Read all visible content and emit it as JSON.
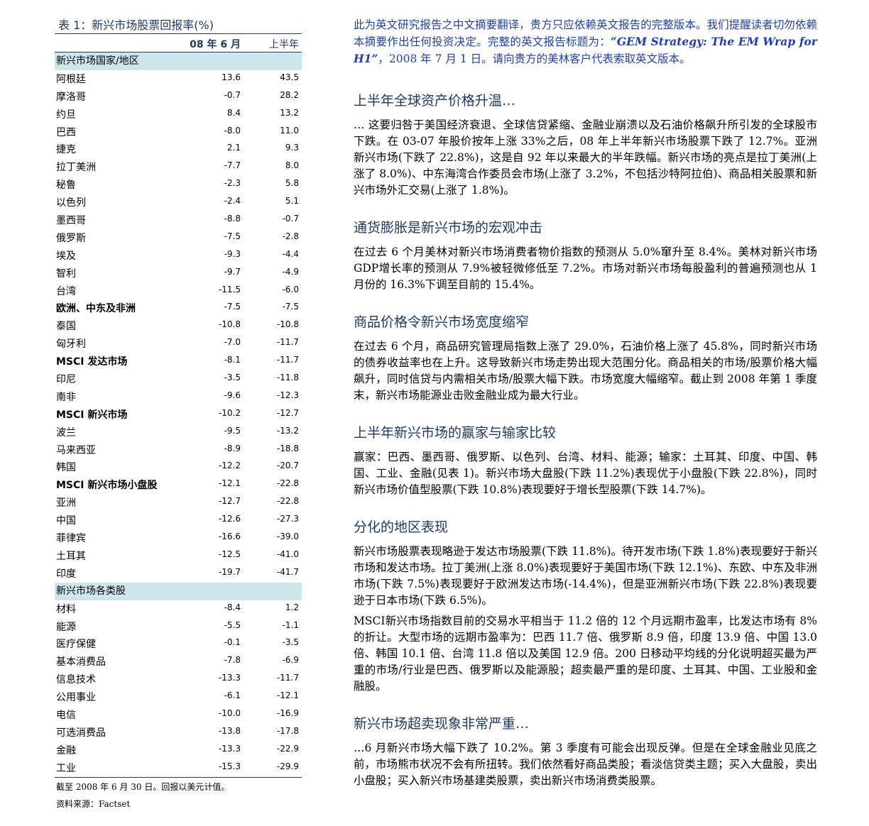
{
  "table": {
    "title": "表 1：新兴市场股票回报率(%)",
    "col1": "08 年 6 月",
    "col2": "上半年",
    "rows": [
      {
        "label": "新兴市场国家/地区",
        "type": "section"
      },
      {
        "label": "阿根廷",
        "v1": "13.6",
        "v2": "43.5"
      },
      {
        "label": "摩洛哥",
        "v1": "-0.7",
        "v2": "28.2"
      },
      {
        "label": "约旦",
        "v1": "8.4",
        "v2": "13.2"
      },
      {
        "label": "巴西",
        "v1": "-8.0",
        "v2": "11.0"
      },
      {
        "label": "捷克",
        "v1": "2.1",
        "v2": "9.3"
      },
      {
        "label": "拉丁美洲",
        "v1": "-7.7",
        "v2": "8.0"
      },
      {
        "label": "秘鲁",
        "v1": "-2.3",
        "v2": "5.8"
      },
      {
        "label": "以色列",
        "v1": "-2.4",
        "v2": "5.1"
      },
      {
        "label": "墨西哥",
        "v1": "-8.8",
        "v2": "-0.7"
      },
      {
        "label": "俄罗斯",
        "v1": "-7.5",
        "v2": "-2.8"
      },
      {
        "label": "埃及",
        "v1": "-9.3",
        "v2": "-4.4"
      },
      {
        "label": "智利",
        "v1": "-9.7",
        "v2": "-4.9"
      },
      {
        "label": "台湾",
        "v1": "-11.5",
        "v2": "-6.0"
      },
      {
        "label": "欧洲、中东及非洲",
        "v1": "-7.5",
        "v2": "-7.5",
        "type": "bold"
      },
      {
        "label": "泰国",
        "v1": "-10.8",
        "v2": "-10.8"
      },
      {
        "label": "匈牙利",
        "v1": "-7.0",
        "v2": "-11.7"
      },
      {
        "label": "MSCI 发达市场",
        "v1": "-8.1",
        "v2": "-11.7",
        "type": "bold"
      },
      {
        "label": "印尼",
        "v1": "-3.5",
        "v2": "-11.8"
      },
      {
        "label": "南非",
        "v1": "-9.6",
        "v2": "-12.3"
      },
      {
        "label": "MSCI 新兴市场",
        "v1": "-10.2",
        "v2": "-12.7",
        "type": "bold"
      },
      {
        "label": "波兰",
        "v1": "-9.5",
        "v2": "-13.2"
      },
      {
        "label": "马来西亚",
        "v1": "-8.9",
        "v2": "-18.8"
      },
      {
        "label": "韩国",
        "v1": "-12.2",
        "v2": "-20.7"
      },
      {
        "label": "MSCI 新兴市场小盘股",
        "v1": "-12.1",
        "v2": "-22.8",
        "type": "bold"
      },
      {
        "label": "亚洲",
        "v1": "-12.7",
        "v2": "-22.8"
      },
      {
        "label": "中国",
        "v1": "-12.6",
        "v2": "-27.3"
      },
      {
        "label": "菲律宾",
        "v1": "-16.6",
        "v2": "-39.0"
      },
      {
        "label": "土耳其",
        "v1": "-12.5",
        "v2": "-41.0"
      },
      {
        "label": "印度",
        "v1": "-19.7",
        "v2": "-41.7"
      },
      {
        "label": "新兴市场各类股",
        "type": "section"
      },
      {
        "label": "材料",
        "v1": "-8.4",
        "v2": "1.2"
      },
      {
        "label": "能源",
        "v1": "-5.5",
        "v2": "-1.1"
      },
      {
        "label": "医疗保健",
        "v1": "-0.1",
        "v2": "-3.5"
      },
      {
        "label": "基本消费品",
        "v1": "-7.8",
        "v2": "-6.9"
      },
      {
        "label": "信息技术",
        "v1": "-13.3",
        "v2": "-11.7"
      },
      {
        "label": "公用事业",
        "v1": "-6.1",
        "v2": "-12.1"
      },
      {
        "label": "电信",
        "v1": "-10.0",
        "v2": "-16.9"
      },
      {
        "label": "可选消费品",
        "v1": "-13.8",
        "v2": "-17.8"
      },
      {
        "label": "金融",
        "v1": "-13.3",
        "v2": "-22.9"
      },
      {
        "label": "工业",
        "v1": "-15.3",
        "v2": "-29.9"
      }
    ],
    "note": "截至 2008 年 6 月 30 日。回报以美元计值。",
    "source": "资料来源：Factset"
  },
  "disclaimer": {
    "part1": "此为英文研究报告之中文摘要翻译，贵方只应依赖英文报告的完整版本。我们提醒读者切勿依赖本摘要作出任何投资决定。完整的英文报告标题为：",
    "title_en": "“GEM Strategy: The EM Wrap for H1”",
    "part2": "，2008 年 7 月 1 日。请向贵方的美林客户代表索取英文版本。"
  },
  "sections": [
    {
      "heading": "上半年全球资产价格升温…",
      "paragraphs": [
        "… 这要归咎于美国经济衰退、全球信贷紧缩、金融业崩溃以及石油价格飙升所引发的全球股市下跌。在 03-07 年股价按年上涨 33%之后，08 年上半年新兴市场股票下跌了 12.7%。亚洲新兴市场(下跌了 22.8%)，这是自 92 年以来最大的半年跌幅。新兴市场的亮点是拉丁美洲(上涨了 8.0%)、中东海湾合作委员会市场(上涨了 3.2%，不包括沙特阿拉伯)、商品相关股票和新兴市场外汇交易(上涨了 1.8%)。"
      ]
    },
    {
      "heading": "通货膨胀是新兴市场的宏观冲击",
      "paragraphs": [
        "在过去 6 个月美林对新兴市场消费者物价指数的预测从 5.0%窜升至 8.4%。美林对新兴市场GDP增长率的预测从 7.9%被轻微修低至 7.2%。市场对新兴市场每股盈利的普遍预测也从 1 月份的 16.3%下调至目前的 15.4%。"
      ]
    },
    {
      "heading": "商品价格令新兴市场宽度缩窄",
      "paragraphs": [
        "在过去 6 个月，商品研究管理局指数上涨了 29.0%，石油价格上涨了 45.8%，同时新兴市场的债券收益率也在上升。这导致新兴市场走势出现大范围分化。商品相关的市场/股票价格大幅飙升，同时信贷与内需相关市场/股票大幅下跌。市场宽度大幅缩窄。截止到 2008 年第 1 季度末，新兴市场能源业击败金融业成为最大行业。"
      ]
    },
    {
      "heading": "上半年新兴市场的赢家与输家比较",
      "paragraphs": [
        "赢家：巴西、墨西哥、俄罗斯、以色列、台湾、材料、能源；输家：土耳其、印度、中国、韩国、工业、金融(见表 1)。新兴市场大盘股(下跌 11.2%)表现优于小盘股(下跌 22.8%)，同时新兴市场价值型股票(下跌 10.8%)表现要好于增长型股票(下跌 14.7%)。"
      ]
    },
    {
      "heading": "分化的地区表现",
      "paragraphs": [
        "新兴市场股票表现略逊于发达市场股票(下跌 11.8%)。待开发市场(下跌 1.8%)表现要好于新兴市场和发达市场。拉丁美洲(上涨 8.0%)表现要好于美国市场(下跌 12.1%)、东欧、中东及非洲市场(下跌 7.5%)表现要好于欧洲发达市场(-14.4%)，但是亚洲新兴市场(下跌 22.8%)表现要逊于日本市场(下跌 6.5%)。",
        "MSCI新兴市场指数目前的交易水平相当于 11.2 倍的 12 个月远期市盈率，比发达市场有 8%的折让。大型市场的远期市盈率为：巴西 11.7 倍、俄罗斯 8.9 倍，印度 13.9 倍、中国 13.0 倍、韩国 10.1 倍、台湾 11.8 倍以及美国 12.9 倍。200 日移动平均线的分化说明超买最为严重的市场/行业是巴西、俄罗斯以及能源股；超卖最严重的是印度、土耳其、中国、工业股和金融股。"
      ]
    },
    {
      "heading": "新兴市场超卖现象非常严重…",
      "paragraphs": [
        "…6 月新兴市场大幅下跌了 10.2%。第 3 季度有可能会出现反弹。但是在全球金融业见底之前，市场熊市状况不会有所扭转。我们依然看好商品类股；看淡信贷类主题；买入大盘股，卖出小盘股；买入新兴市场基建类股票，卖出新兴市场消费类股票。"
      ]
    }
  ]
}
